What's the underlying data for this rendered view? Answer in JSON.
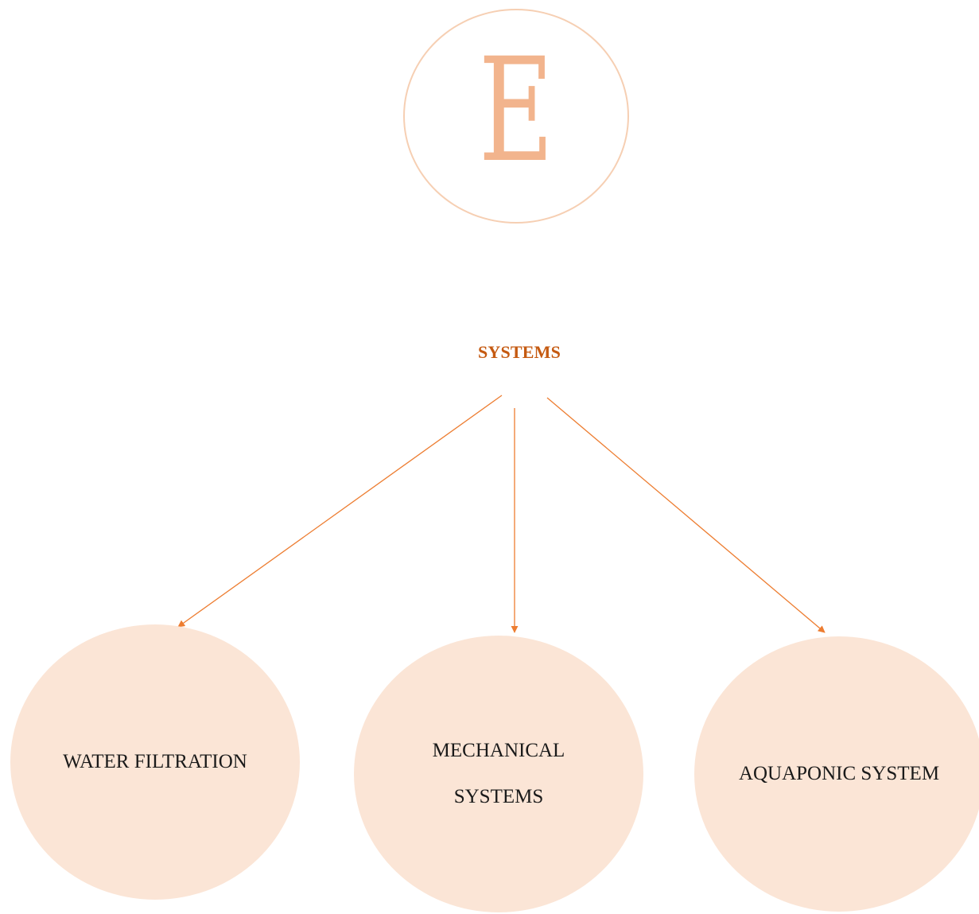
{
  "logo": {
    "letter": "E"
  },
  "diagram": {
    "heading": "SYSTEMS",
    "nodes": [
      {
        "label": "WATER FILTRATION"
      },
      {
        "label": "MECHANICAL SYSTEMS"
      },
      {
        "label": "AQUAPONIC SYSTEM"
      }
    ]
  },
  "colors": {
    "accent": "#c55a11",
    "arrow": "#ed7d31",
    "node_fill": "#fbe5d6",
    "logo_stroke": "#f6cfb3",
    "logo_letter": "#f2b48d"
  }
}
